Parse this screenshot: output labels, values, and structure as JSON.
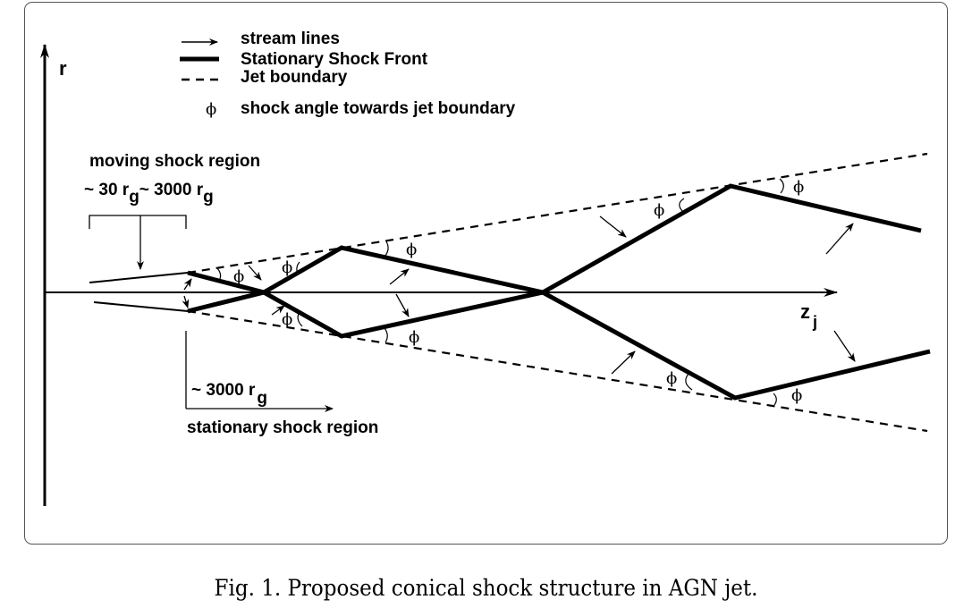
{
  "figure": {
    "caption": "Fig. 1. Proposed conical shock structure in AGN jet.",
    "axes": {
      "vertical_label": "r",
      "horizontal_label": "z",
      "horizontal_label_subscript": "j"
    },
    "legend": [
      {
        "symbol": "arrow-line",
        "label": "stream lines"
      },
      {
        "symbol": "thick-line",
        "label": "Stationary Shock Front"
      },
      {
        "symbol": "dashed-line",
        "label": "Jet boundary"
      },
      {
        "symbol": "phi-glyph",
        "glyph": "ϕ",
        "label": "shock angle towards jet boundary"
      }
    ],
    "annotations": {
      "moving_region_title": "moving shock region",
      "moving_region_range_start": "~ 30 r",
      "moving_region_range_start_sub": "g",
      "moving_region_range_end": "~ 3000 r",
      "moving_region_range_end_sub": "g",
      "stationary_region_distance": "~ 3000 r",
      "stationary_region_distance_sub": "g",
      "stationary_region_title": "stationary shock region"
    },
    "angle_symbol": "ϕ",
    "colors": {
      "ink": "#000000",
      "frame": "#555555",
      "background": "#ffffff"
    }
  }
}
